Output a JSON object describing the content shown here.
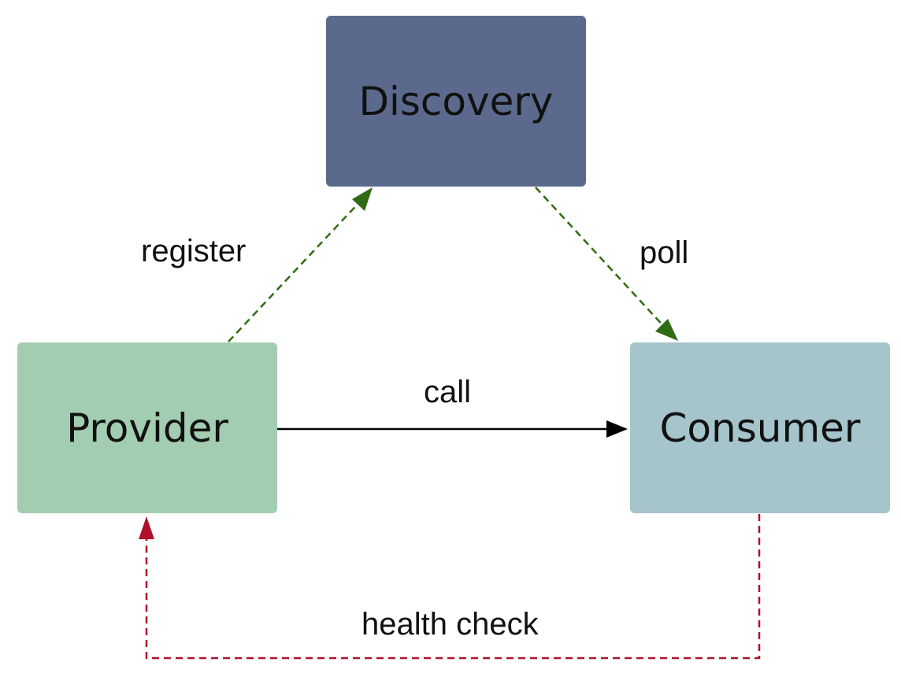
{
  "nodes": {
    "discovery": {
      "label": "Discovery",
      "color": "#5b6a8c"
    },
    "provider": {
      "label": "Provider",
      "color": "#a3cdb1"
    },
    "consumer": {
      "label": "Consumer",
      "color": "#a5c4cb"
    }
  },
  "edges": {
    "register": {
      "label": "register",
      "color": "#2f6b12",
      "style": "dashed"
    },
    "poll": {
      "label": "poll",
      "color": "#2f6b12",
      "style": "dashed"
    },
    "call": {
      "label": "call",
      "color": "#000000",
      "style": "solid"
    },
    "health_check": {
      "label": "health check",
      "color": "#b0102a",
      "style": "dashed"
    }
  }
}
